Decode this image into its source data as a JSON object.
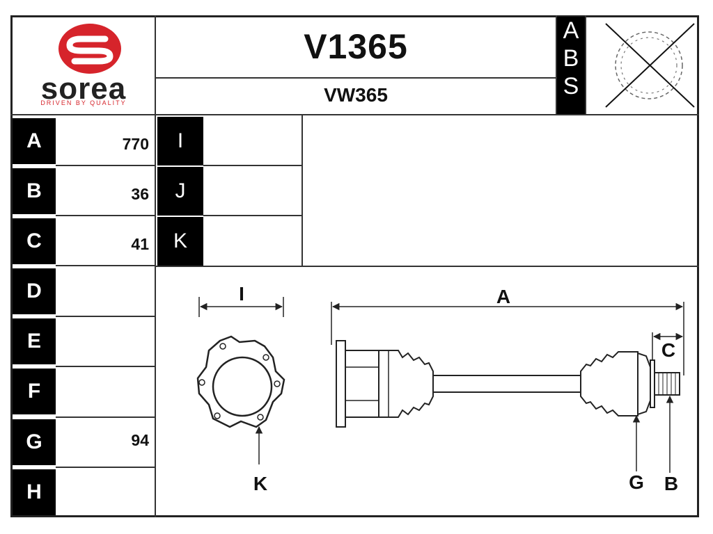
{
  "logo": {
    "brand": "sorea",
    "tagline": "DRIVEN BY QUALITY",
    "color": "#d6242b"
  },
  "header": {
    "part_number": "V1365",
    "ref_code": "VW365"
  },
  "abs": {
    "letters": [
      "A",
      "B",
      "S"
    ]
  },
  "left_specs": [
    {
      "label": "A",
      "value": "770"
    },
    {
      "label": "B",
      "value": "36"
    },
    {
      "label": "C",
      "value": "41"
    },
    {
      "label": "D",
      "value": ""
    },
    {
      "label": "E",
      "value": ""
    },
    {
      "label": "F",
      "value": ""
    },
    {
      "label": "G",
      "value": "94"
    },
    {
      "label": "H",
      "value": ""
    }
  ],
  "mid_specs": [
    {
      "label": "I",
      "value": ""
    },
    {
      "label": "J",
      "value": ""
    },
    {
      "label": "K",
      "value": ""
    }
  ],
  "diagram_labels": {
    "i": "I",
    "a": "A",
    "c": "C",
    "k": "K",
    "g": "G",
    "b": "B"
  }
}
